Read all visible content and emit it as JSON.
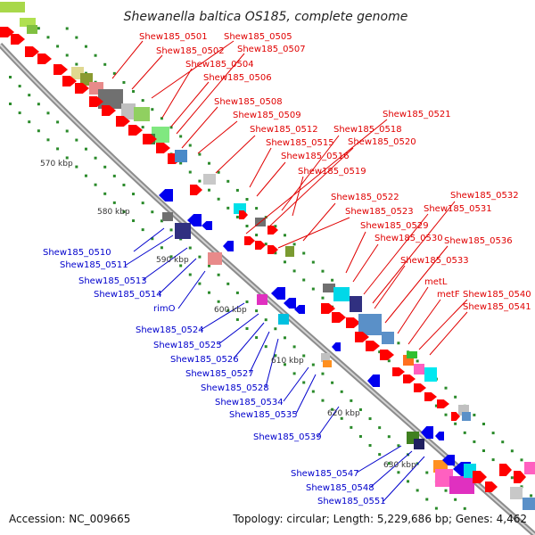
{
  "title": "Shewanella baltica OS185, complete genome",
  "footer": {
    "accession": "Accession: NC_009665",
    "summary": "Topology: circular; Length: 5,229,686 bp; Genes: 4,462"
  },
  "ticks": [
    "570 kbp",
    "580 kbp",
    "590 kbp",
    "600 kbp",
    "610 kbp",
    "620 kbp",
    "630 kbp"
  ],
  "labels_red": [
    "Shew185_0501",
    "Shew185_0502",
    "Shew185_0504",
    "Shew185_0505",
    "Shew185_0506",
    "Shew185_0507",
    "Shew185_0508",
    "Shew185_0509",
    "Shew185_0512",
    "Shew185_0515",
    "Shew185_0516",
    "Shew185_0518",
    "Shew185_0519",
    "Shew185_0520",
    "Shew185_0521",
    "Shew185_0522",
    "Shew185_0523",
    "Shew185_0529",
    "Shew185_0530",
    "Shew185_0531",
    "Shew185_0532",
    "Shew185_0533",
    "Shew185_0536",
    "metL",
    "metF",
    "Shew185_0540",
    "Shew185_0541"
  ],
  "labels_blue": [
    "Shew185_0510",
    "Shew185_0511",
    "Shew185_0513",
    "Shew185_0514",
    "rimO",
    "Shew185_0524",
    "Shew185_0525",
    "Shew185_0526",
    "Shew185_0527",
    "Shew185_0528",
    "Shew185_0534",
    "Shew185_0535",
    "Shew185_0539",
    "Shew185_0547",
    "Shew185_0548",
    "Shew185_0551"
  ],
  "colors": {
    "forward": "#ff0000",
    "reverse": "#0000ee",
    "backbone": "#a0a0a0",
    "gc_dots": "#2a8a2a",
    "red_label": "#e00000",
    "blue_label": "#0000cc"
  }
}
